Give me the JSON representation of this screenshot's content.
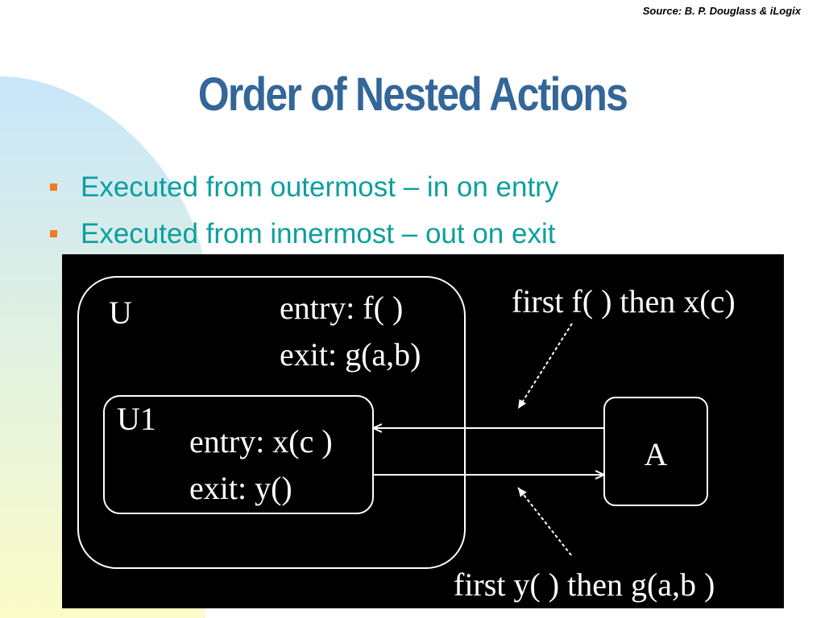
{
  "source": "Source: B. P. Douglass & iLogix",
  "title": "Order of Nested Actions",
  "bullets": [
    "Executed from outermost – in on entry",
    "Executed from innermost – out on exit"
  ],
  "diagram": {
    "outer_state": {
      "name": "U",
      "entry": "entry: f( )",
      "exit": "exit: g(a,b)"
    },
    "inner_state": {
      "name": "U1",
      "entry": "entry: x(c )",
      "exit": "exit: y()"
    },
    "external_state": {
      "name": "A"
    },
    "annotation_top": "first f( ) then x(c)",
    "annotation_bottom": "first y( ) then g(a,b )"
  },
  "colors": {
    "title": "#336699",
    "bullet_text": "#0d9e9e",
    "bullet_marker": "#f47a20",
    "diagram_background": "#000000",
    "diagram_ink": "#ffffff"
  }
}
